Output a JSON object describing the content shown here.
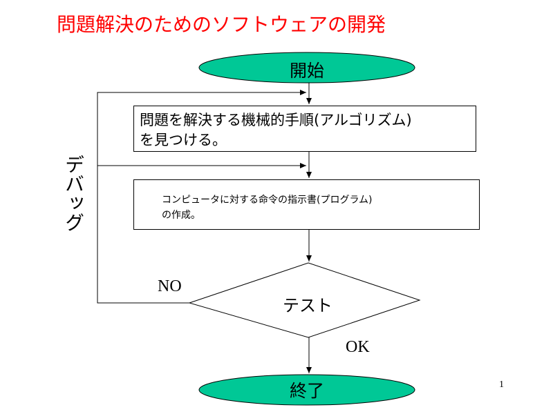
{
  "title": "問題解決のためのソフトウェアの開発",
  "start": "開始",
  "end": "終了",
  "step1": {
    "line1": "問題を解決する機械的手順(アルゴリズム)",
    "line2": "を見つける。"
  },
  "step2": {
    "line1": "コンピュータに対する命令の指示書(プログラム)",
    "line2": "の作成。"
  },
  "decision": "テスト",
  "no_label": "NO",
  "ok_label": "OK",
  "loop_label": "デバッグ",
  "page_number": "1",
  "colors": {
    "title": "#ff0000",
    "terminal_fill": "#00c896"
  }
}
